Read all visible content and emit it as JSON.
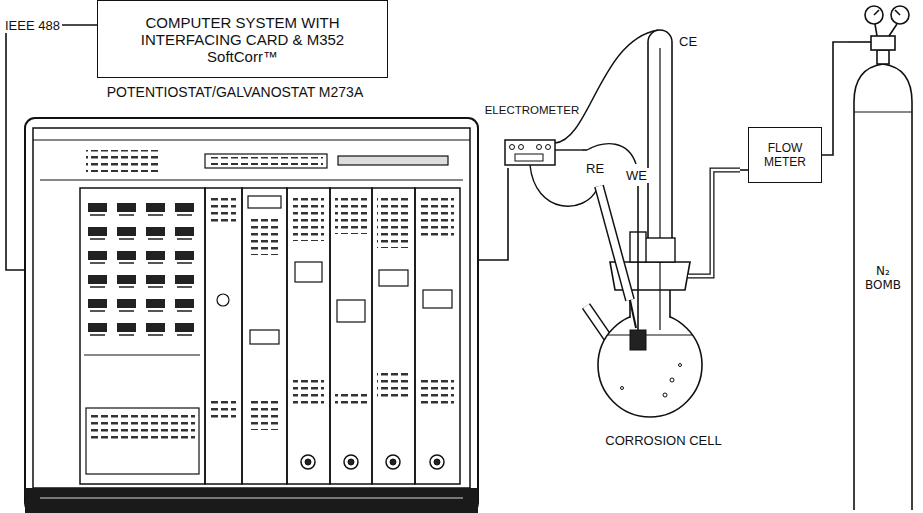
{
  "diagram": {
    "nodes": [
      {
        "text": [
          "COMPUTER SYSTEM WITH INTERFACING CARD & M352 SoftCorr™"
        ]
      },
      {
        "text": [
          "POTENTIOSTAT/GALVANOSTAT M273A"
        ]
      },
      {
        "text": [
          "ELECTROMETER"
        ]
      },
      {
        "text": [
          "CORROSION CELL"
        ]
      },
      {
        "text": [
          "FLOW METER"
        ]
      },
      {
        "text": [
          "N₂ BOMB"
        ]
      }
    ],
    "edges": [
      {
        "from": 0,
        "to": 1,
        "arrow": "none",
        "label": "IEEE 488"
      },
      {
        "from": 1,
        "to": 2,
        "arrow": "none"
      },
      {
        "from": 2,
        "to": 3,
        "arrow": "none"
      },
      {
        "from": 3,
        "to": 4,
        "arrow": "none"
      },
      {
        "from": 4,
        "to": 5,
        "arrow": "none"
      }
    ],
    "labels": [
      "RE",
      "WE",
      "CE"
    ]
  }
}
